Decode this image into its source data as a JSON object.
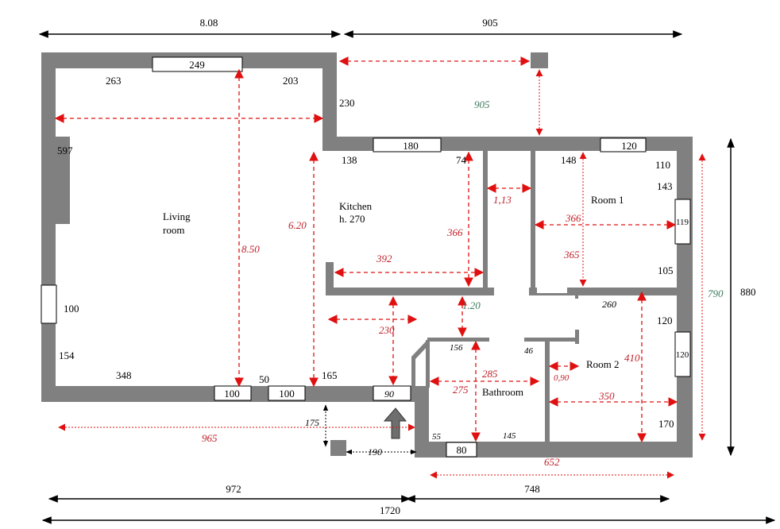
{
  "title_overall": {
    "top": [
      "8.08",
      "905"
    ],
    "bottom": [
      "972",
      "748",
      "1720"
    ],
    "right": "880"
  },
  "rooms": {
    "living": [
      "Living",
      "room"
    ],
    "kitchen": [
      "Kitchen",
      "h. 270"
    ],
    "room1": "Room 1",
    "room2": "Room 2",
    "bathroom": "Bathroom"
  },
  "windows": {
    "living_top": "249",
    "kitchen_top": "180",
    "room1_top": "120",
    "room1_right": "119",
    "room2_right": "120",
    "living_left": "100",
    "bottom_a": "100",
    "bottom_b": "100",
    "entrance": "90",
    "bathroom_bottom": "80"
  },
  "wall_measurements": {
    "w263": "263",
    "w203": "203",
    "w230": "230",
    "w597": "597",
    "w138": "138",
    "w74": "74",
    "w148": "148",
    "w110": "110",
    "w143": "143",
    "w105": "105",
    "w154": "154",
    "w348": "348",
    "w50": "50",
    "w165": "165",
    "w120": "120",
    "w170": "170",
    "w260": "260",
    "w156": "156",
    "w46": "46",
    "w55": "55",
    "w145": "145",
    "w175": "175",
    "w190": "190",
    "w100": "100"
  },
  "red_dims": {
    "d850": "8.50",
    "d620": "6.20",
    "d392": "392",
    "d366k": "366",
    "d113": "1,13",
    "d366r": "366",
    "d365": "365",
    "d230": "230",
    "d285": "285",
    "d275": "275",
    "d090": "0,90",
    "d350": "350",
    "d410": "410",
    "d965": "965",
    "d652": "652"
  },
  "green_dims": {
    "g905": "905",
    "g120": "1.20",
    "g790": "790"
  },
  "colors": {
    "wall": "#808080",
    "dimension_red": "#e01010",
    "accent_green": "#3a7a5a"
  }
}
